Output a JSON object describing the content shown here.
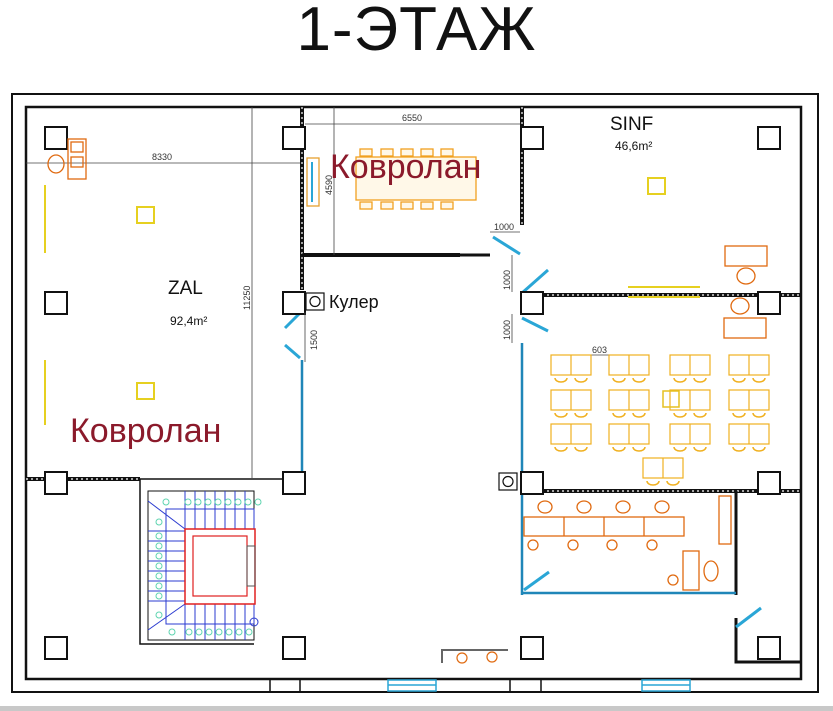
{
  "title": "1-ЭТАЖ",
  "rooms": {
    "zal": {
      "name": "ZAL",
      "area": "92,4m²",
      "floor": "Ковролан"
    },
    "meeting": {
      "floor": "Ковролан"
    },
    "sinf": {
      "name": "SINF",
      "area": "46,6m²"
    }
  },
  "labels": {
    "cooler": "Кулер"
  },
  "dimensions": {
    "zal_width": "8330",
    "zal_height": "11250",
    "meeting_width": "6550",
    "meeting_height": "4590",
    "door_meeting": "1000",
    "door_sinf": "1000",
    "door_class": "1000",
    "door_zal": "1500",
    "desk_gap": "603"
  },
  "colors": {
    "wall": "#111111",
    "door": "#2aa6d6",
    "furniture": "#f0a020",
    "office_furniture": "#e06a10",
    "carpet_text": "#8b1a2b",
    "stair": "#2b3bd0",
    "stair_core": "#e02020",
    "stair_marks": "#5fd4b0",
    "light": "#e6d020"
  }
}
